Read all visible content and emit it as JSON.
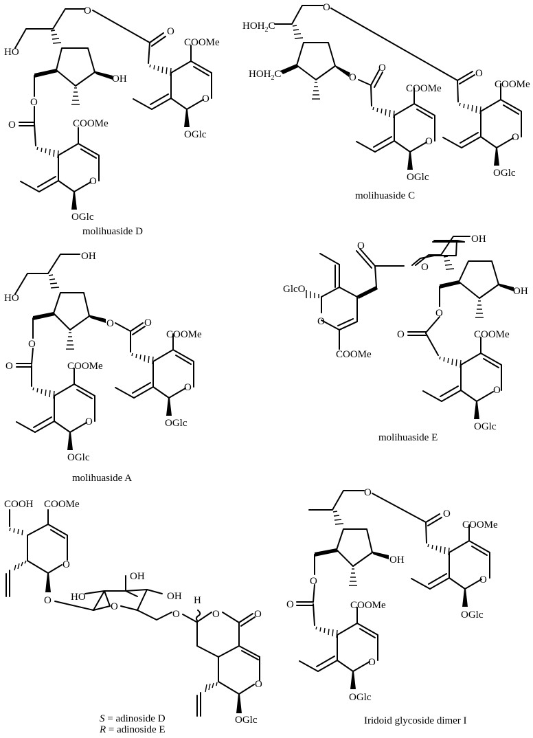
{
  "figure": {
    "type": "chemical-structure-panel",
    "compounds": [
      {
        "id": "molihuaside_D",
        "caption": "molihuaside D",
        "labels": [
          "HO",
          "OH",
          "O",
          "O",
          "O",
          "COOMe",
          "COOMe",
          "O",
          "O",
          "OGlc",
          "OGlc"
        ]
      },
      {
        "id": "molihuaside_C",
        "caption": "molihuaside C",
        "labels": [
          "HOH2C",
          "HOH2C",
          "O",
          "O",
          "O",
          "O",
          "COOMe",
          "COOMe",
          "O",
          "O",
          "OGlc",
          "OGlc"
        ]
      },
      {
        "id": "molihuaside_A",
        "caption": "molihuaside A",
        "labels": [
          "OH",
          "HO",
          "O",
          "O",
          "O",
          "O",
          "COOMe",
          "COOMe",
          "O",
          "O",
          "OGlc",
          "OGlc"
        ]
      },
      {
        "id": "molihuaside_E",
        "caption": "molihuaside E",
        "labels": [
          "OH",
          "OH",
          "O",
          "O",
          "GlcO",
          "O",
          "COOMe",
          "O",
          "O",
          "COOMe",
          "O",
          "OGlc"
        ]
      },
      {
        "id": "adinosides",
        "caption_line1_italic": "S",
        "caption_line1_rest": " = adinoside D",
        "caption_line2_italic": "R",
        "caption_line2_rest": " = adinoside E",
        "labels": [
          "COOH",
          "COOMe",
          "O",
          "O",
          "HO",
          "O",
          "OH",
          "OH",
          "O",
          "H",
          "O",
          "O",
          "O",
          "OGlc"
        ]
      },
      {
        "id": "iridoid_dimer_I",
        "caption": "Iridoid glycoside dimer I",
        "labels": [
          "O",
          "O",
          "OH",
          "COOMe",
          "COOMe",
          "O",
          "O",
          "O",
          "O",
          "OGlc",
          "OGlc"
        ]
      }
    ],
    "text": {
      "HO": "HO",
      "OH": "OH",
      "O": "O",
      "H": "H",
      "COOMe": "COOMe",
      "COOH": "COOH",
      "OGlc": "OGlc",
      "GlcO": "GlcO",
      "HOH2C_main": "HOH",
      "HOH2C_sub": "2",
      "HOH2C_tail": "C"
    }
  }
}
